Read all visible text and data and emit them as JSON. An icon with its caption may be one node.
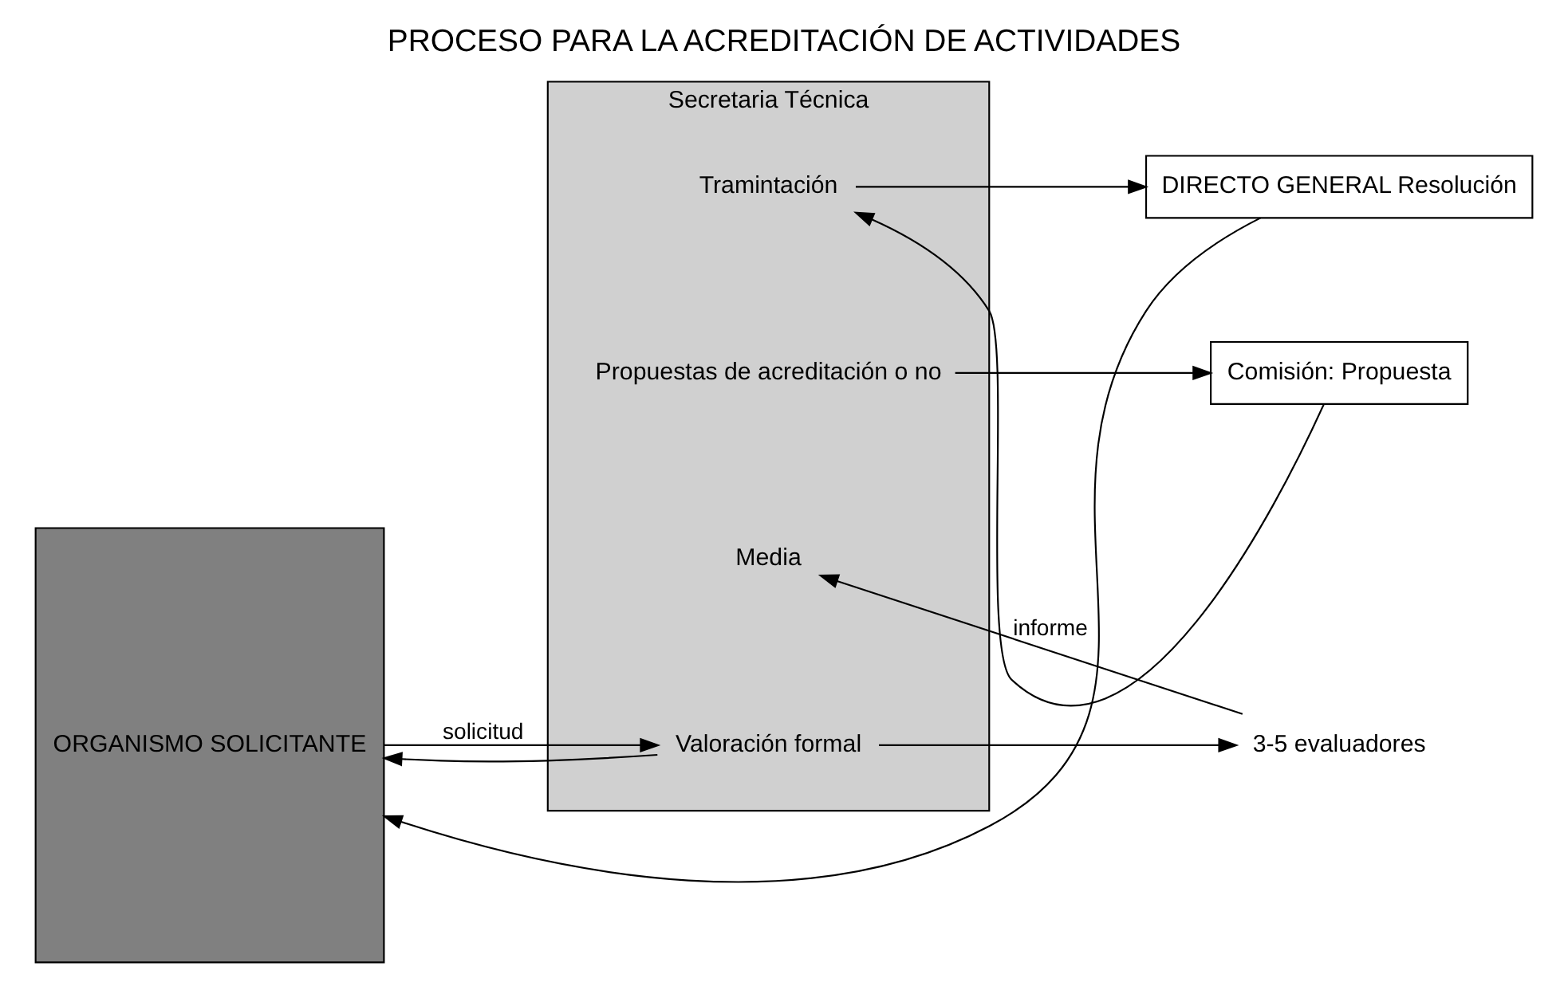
{
  "diagram": {
    "title": "PROCESO PARA LA ACREDITACIÓN DE ACTIVIDADES",
    "nodes": [
      {
        "text": [
          "ORGANISMO SOLICITANTE"
        ]
      },
      {
        "text": [
          "Secretaria Técnica"
        ]
      },
      {
        "text": [
          "Valoración formal"
        ],
        "in": 1
      },
      {
        "text": [
          "Media"
        ],
        "in": 1
      },
      {
        "text": [
          "Propuestas de acreditación o no"
        ],
        "in": 1
      },
      {
        "text": [
          "Tramintación"
        ],
        "in": 1
      },
      {
        "text": [
          "3-5 evaluadores"
        ]
      },
      {
        "text": [
          "Comisión: Propuesta"
        ]
      },
      {
        "text": [
          "DIRECTO GENERAL Resolución"
        ]
      }
    ],
    "edges": [
      {
        "from": 0,
        "to": 2,
        "arrow": "to",
        "label": "solicitud"
      },
      {
        "from": 2,
        "to": 0,
        "arrow": "to"
      },
      {
        "from": 2,
        "to": 6,
        "arrow": "to"
      },
      {
        "from": 6,
        "to": 3,
        "arrow": "to",
        "label": "informe"
      },
      {
        "from": 4,
        "to": 7,
        "arrow": "to"
      },
      {
        "from": 7,
        "to": 5,
        "arrow": "to"
      },
      {
        "from": 5,
        "to": 8,
        "arrow": "to"
      },
      {
        "from": 8,
        "to": 0,
        "arrow": "to"
      }
    ]
  }
}
